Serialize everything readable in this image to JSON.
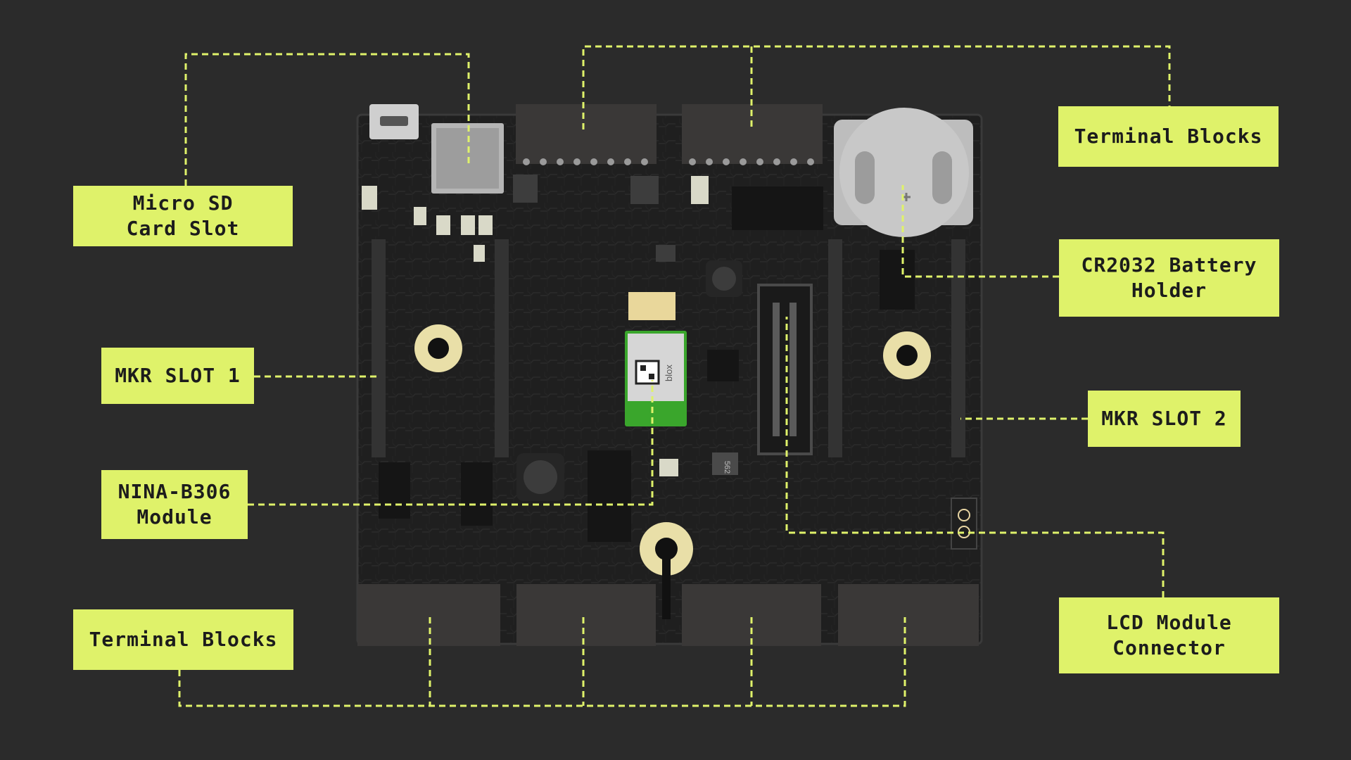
{
  "colors": {
    "background": "#2b2b2b",
    "accent": "#dff26a",
    "board": "#1f1f1f",
    "header": "#3a3837",
    "module": "#3aa62c"
  },
  "labels": {
    "micro_sd": [
      "Micro SD",
      "Card Slot"
    ],
    "mkr_slot_1": "MKR SLOT 1",
    "nina": [
      "NINA-B306",
      "Module"
    ],
    "terminal_blocks_left": "Terminal Blocks",
    "terminal_blocks_right": "Terminal Blocks",
    "cr2032": [
      "CR2032 Battery",
      "Holder"
    ],
    "mkr_slot_2": "MKR SLOT 2",
    "lcd": [
      "LCD Module",
      "Connector"
    ]
  },
  "board_marks": {
    "module_brand": "blox",
    "inductor_code": "562"
  }
}
